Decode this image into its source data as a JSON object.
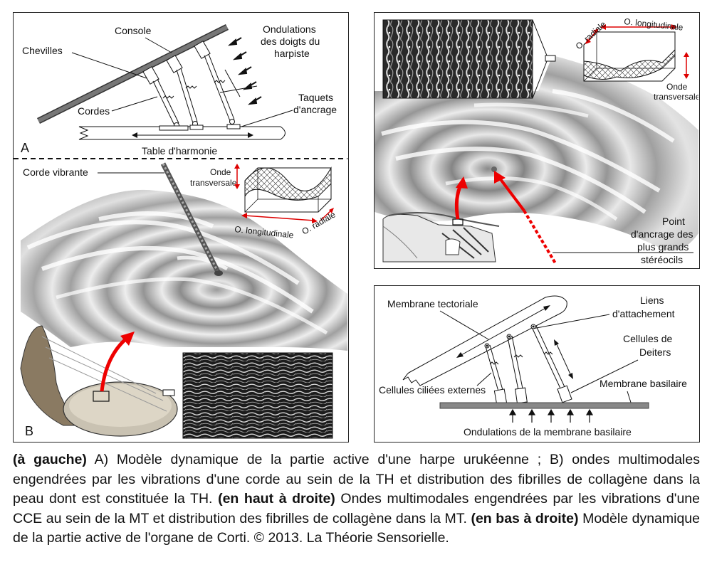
{
  "left_panel": {
    "label_a": "A",
    "label_b": "B",
    "console": "Console",
    "chevilles": "Chevilles",
    "cordes": "Cordes",
    "ondulations_1": "Ondulations",
    "ondulations_2": "des doigts du",
    "ondulations_3": "harpiste",
    "taquets_1": "Taquets",
    "taquets_2": "d'ancrage",
    "table": "Table d'harmonie",
    "corde_vibrante": "Corde vibrante",
    "onde_1": "Onde",
    "onde_2": "transversale",
    "o_longitudinale": "O. longitudinale",
    "o_radiale": "O. radiale"
  },
  "top_right_panel": {
    "o_radiale": "O. radiale",
    "o_longitudinale": "O. longitudinale",
    "onde_1": "Onde",
    "onde_2": "transversale",
    "point_1": "Point",
    "point_2": "d'ancrage des",
    "point_3": "plus grands",
    "point_4": "stéréocils"
  },
  "bottom_right_panel": {
    "membrane_tectoriale": "Membrane tectoriale",
    "liens_1": "Liens",
    "liens_2": "d'attachement",
    "cellules_deiters_1": "Cellules de",
    "cellules_deiters_2": "Deiters",
    "cellules_ciliees": "Cellules ciliées externes",
    "membrane_basilaire": "Membrane basilaire",
    "ondulations": "Ondulations de la membrane basilaire"
  },
  "caption": {
    "b1": "(à gauche)",
    "t1": " A) Modèle dynamique de la partie active d'une harpe urukéenne ; B) ondes multimodales engendrées par les vibrations d'une corde au sein de la TH et distribution des fibrilles de collagène dans la peau dont est constituée la TH. ",
    "b2": "(en haut à droite)",
    "t2": " Ondes multimodales engendrées par les vibrations d'une CCE au sein de la MT et distribution des fibrilles de collagène dans la MT. ",
    "b3": "(en bas à droite)",
    "t3": " Modèle dynamique de la partie active de l'organe de Corti. © 2013. La Théorie Sensorielle."
  }
}
